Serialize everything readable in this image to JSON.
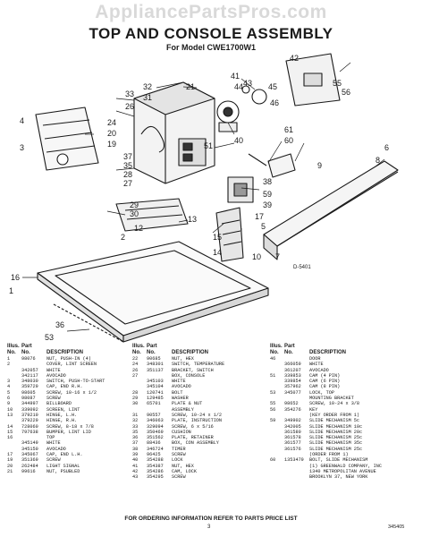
{
  "watermark": "AppliancePartsPros.com",
  "title": "TOP AND CONSOLE ASSEMBLY",
  "subtitle": "For Model CWE1700W1",
  "diagram_code": "D-5401",
  "callouts": {
    "c1": "1",
    "c2": "2",
    "c3": "3",
    "c4": "4",
    "c5": "5",
    "c6": "6",
    "c7": "7",
    "c8": "8",
    "c9": "9",
    "c10": "10",
    "c12": "12",
    "c13": "13",
    "c14": "14",
    "c15": "15",
    "c16": "16",
    "c17": "17",
    "c19": "19",
    "c20": "20",
    "c21": "21",
    "c24": "24",
    "c26": "26",
    "c27": "27",
    "c28": "28",
    "c29": "29",
    "c30": "30",
    "c31": "31",
    "c32": "32",
    "c33": "33",
    "c35": "35",
    "c36": "36",
    "c37": "37",
    "c38": "38",
    "c39": "39",
    "c40": "40",
    "c41": "41",
    "c42": "42",
    "c43": "43",
    "c44": "44",
    "c45": "45",
    "c46": "46",
    "c51": "51",
    "c53": "53",
    "c55": "55",
    "c56": "56",
    "c59": "59",
    "c60": "60",
    "c61": "61"
  },
  "parts_header": {
    "illus": "Illus.",
    "part": "Part",
    "no": "No.",
    "no2": "No.",
    "description": "DESCRIPTION"
  },
  "parts_col1": [
    [
      "1",
      "98076",
      "NUT, PUSH-IN (4)"
    ],
    [
      "2",
      "",
      "COVER, LINT SCREEN"
    ],
    [
      "",
      "342057",
      "WHITE"
    ],
    [
      "",
      "342117",
      "AVOCADO"
    ],
    [
      "3",
      "348030",
      "SWITCH, PUSH-TO-START"
    ],
    [
      "4",
      "359729",
      "CAP, END R.H."
    ],
    [
      "5",
      "98605",
      "SCREW, 10-16 x 1/2"
    ],
    [
      "6",
      "98087",
      "SCREW"
    ],
    [
      "9",
      "344997",
      "BILLBOARD"
    ],
    [
      "10",
      "339092",
      "SCREEN, LINT"
    ],
    [
      "13",
      "379210",
      "HINGE, L.H."
    ],
    [
      "",
      "379229",
      "HINGE, R.H."
    ],
    [
      "14",
      "728060",
      "SCREW, 8-18 x 7/8"
    ],
    [
      "15",
      "797638",
      "BUMPER, LINT LID"
    ],
    [
      "16",
      "",
      "TOP"
    ],
    [
      "",
      "345149",
      "WHITE"
    ],
    [
      "",
      "345150",
      "AVOCADO"
    ],
    [
      "17",
      "345067",
      "CAP, END L.H."
    ],
    [
      "19",
      "351369",
      "SCREW"
    ],
    [
      "20",
      "262484",
      "LIGHT SIGNAL"
    ],
    [
      "21",
      "99616",
      "NUT, PSUBLED"
    ]
  ],
  "parts_col2": [
    [
      "22",
      "90685",
      "NUT, HEX"
    ],
    [
      "24",
      "348301",
      "SWITCH, TEMPERATURE"
    ],
    [
      "26",
      "351137",
      "BRACKET, SWITCH"
    ],
    [
      "27",
      "",
      "BOX, CONSOLE"
    ],
    [
      "",
      "345103",
      "WHITE"
    ],
    [
      "",
      "345104",
      "AVOCADO"
    ],
    [
      "28",
      "120741",
      "BOLT"
    ],
    [
      "29",
      "129485",
      "WASHER"
    ],
    [
      "30",
      "65701",
      "PLATE & NUT"
    ],
    [
      "",
      "",
      "ASSEMBLY"
    ],
    [
      "31",
      "90557",
      "SCREW, 10-24 x 1/2"
    ],
    [
      "32",
      "346063",
      "PLATE, INSTRUCTION"
    ],
    [
      "33",
      "329094",
      "SCREW, 6 x 5/16"
    ],
    [
      "35",
      "350469",
      "CUSHION"
    ],
    [
      "36",
      "351562",
      "PLATE, RETAINER"
    ],
    [
      "37",
      "88436",
      "BOX, CON ASSEMBLY"
    ],
    [
      "38",
      "346724",
      "TIMER"
    ],
    [
      "39",
      "96425",
      "SCREW"
    ],
    [
      "40",
      "354288",
      "LOCK"
    ],
    [
      "41",
      "354387",
      "NUT, HEX"
    ],
    [
      "42",
      "354286",
      "CAM, LOCK"
    ],
    [
      "43",
      "354295",
      "SCREW"
    ]
  ],
  "parts_col3": [
    [
      "46",
      "",
      "DOOR"
    ],
    [
      "",
      "366059",
      "WHITE"
    ],
    [
      "",
      "361207",
      "AVOCADO"
    ],
    [
      "51",
      "339853",
      "CAM (4 PIN)"
    ],
    [
      "",
      "339854",
      "CAM (6 PIN)"
    ],
    [
      "",
      "357962",
      "CAM (8 PIN)"
    ],
    [
      "53",
      "345077",
      "LOCK, TOP"
    ],
    [
      "",
      "",
      "MOUNTING BRACKET"
    ],
    [
      "55",
      "98652",
      "SCREW, 10-24 x 3/8"
    ],
    [
      "56",
      "354276",
      "KEY"
    ],
    [
      "",
      "",
      "(KEY ORDER FROM 1)"
    ],
    [
      "59",
      "349902",
      "SLIDE MECHANISM 5c"
    ],
    [
      "",
      "342005",
      "SLIDE MECHANISM 10c"
    ],
    [
      "",
      "361580",
      "SLIDE MECHANISM 20c"
    ],
    [
      "",
      "361578",
      "SLIDE MECHANISM 25c"
    ],
    [
      "",
      "361577",
      "SLIDE MECHANISM 35c"
    ],
    [
      "",
      "361576",
      "SLIDE MECHANISM 25c"
    ],
    [
      "",
      "",
      "(ORDER FROM 1)"
    ],
    [
      "60",
      "1353479",
      "BOLT, SLIDE MECHANISM"
    ],
    [
      "",
      "",
      "(1) GREENWALD COMPANY, INC"
    ],
    [
      "",
      "",
      "1340 METROPOLITAN AVENUE"
    ],
    [
      "",
      "",
      "BROOKLYN 37, NEW YORK"
    ]
  ],
  "footer": "FOR ORDERING INFORMATION REFER TO PARTS PRICE LIST",
  "page_number": "3",
  "page_code": "345405"
}
